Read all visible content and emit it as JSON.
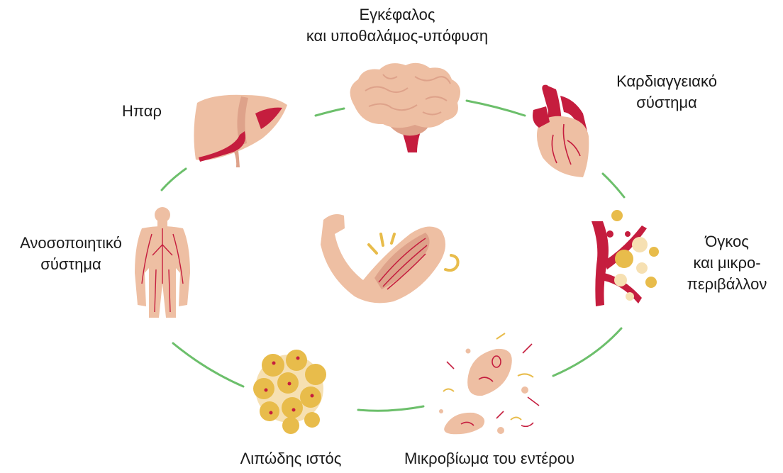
{
  "colors": {
    "connector": "#6cbf6b",
    "skin": "#eebfa3",
    "skin_shade": "#dea28a",
    "red": "#c51d3e",
    "fat": "#e8bc4b",
    "fat_light": "#f6e0b2"
  },
  "labels": {
    "brain": {
      "lines": [
        "Εγκέφαλος",
        "και υποθαλάμος-υπόφυση"
      ]
    },
    "heart": {
      "lines": [
        "Καρδιαγγειακό",
        "σύστημα"
      ]
    },
    "liver": {
      "lines": [
        "Ηπαρ"
      ]
    },
    "immune": {
      "lines": [
        "Ανοσοποιητικό",
        "σύστημα"
      ]
    },
    "tumor": {
      "lines": [
        "Όγκος",
        "και μικρο-",
        "περιβάλλον"
      ]
    },
    "adipose": {
      "lines": [
        "Λιπώδης ιστός"
      ]
    },
    "microbiome": {
      "lines": [
        "Μικροβίωμα του εντέρου"
      ]
    }
  },
  "icons": [
    "brain-icon",
    "heart-icon",
    "liver-icon",
    "body-icon",
    "tumor-icon",
    "fat-cells-icon",
    "microbiome-icon",
    "arm-muscle-icon"
  ]
}
